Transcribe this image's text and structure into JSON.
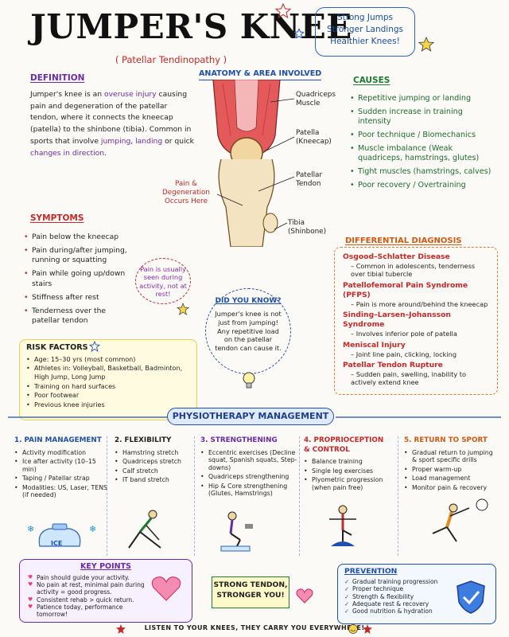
{
  "header": {
    "title": "JUMPER'S KNEE",
    "subtitle": "( Patellar Tendinopathy )",
    "tagline": [
      "Strong Jumps",
      "Stronger Landings",
      "Healthier Knees!"
    ]
  },
  "definition": {
    "heading": "DEFINITION",
    "parts": [
      "Jumper's knee is an ",
      "overuse injury",
      " causing pain and degeneration of the patellar tendon, where it connects the kneecap (patella) to the shinbone (tibia). Common in sports that involve ",
      "jumping",
      ", ",
      "landing",
      " or quick ",
      "changes in direction",
      "."
    ]
  },
  "anatomy": {
    "heading": "ANATOMY & AREA INVOLVED",
    "labels": {
      "quadriceps": "Quadriceps Muscle",
      "patella_1": "Patella",
      "patella_2": "(Kneecap)",
      "tendon": "Patellar Tendon",
      "tibia_1": "Tibia",
      "tibia_2": "(Shinbone)",
      "pain_1": "Pain &",
      "pain_2": "Degeneration",
      "pain_3": "Occurs Here"
    }
  },
  "causes": {
    "heading": "CAUSES",
    "items": [
      "Repetitive jumping or landing",
      "Sudden increase in training intensity",
      "Poor technique / Biomechanics",
      "Muscle imbalance (Weak quadriceps, hamstrings, glutes)",
      "Tight muscles (hamstrings, calves)",
      "Poor recovery / Overtraining"
    ]
  },
  "symptoms": {
    "heading": "SYMPTOMS",
    "items": [
      "Pain below the kneecap",
      "Pain during/after jumping, running or squatting",
      "Pain while going up/down stairs",
      "Stiffness after rest",
      "Tenderness over the patellar tendon"
    ],
    "callout": "Pain is usually seen during activity, not at rest!"
  },
  "did_you_know": {
    "heading": "DID YOU KNOW?",
    "text": "Jumper's knee is not just from jumping! Any repetitive load on the patellar tendon can cause it."
  },
  "differential": {
    "heading": "DIFFERENTIAL DIAGNOSIS",
    "items": [
      {
        "name": "Osgood–Schlatter Disease",
        "desc": "Common in adolescents, tenderness over tibial tubercle"
      },
      {
        "name": "Patellofemoral Pain Syndrome (PFPS)",
        "desc": "Pain is more around/behind the kneecap"
      },
      {
        "name": "Sinding–Larsen–Johansson Syndrome",
        "desc": "Involves inferior pole of patella"
      },
      {
        "name": "Meniscal Injury",
        "desc": "Joint line pain, clicking, locking"
      },
      {
        "name": "Patellar Tendon Rupture",
        "desc": "Sudden pain, swelling, inability to actively extend knee"
      }
    ]
  },
  "risk_factors": {
    "heading": "RISK FACTORS",
    "items": [
      "Age: 15–30 yrs (most common)",
      "Athletes in: Volleyball, Basketball, Badminton, High Jump, Long Jump",
      "Training on hard surfaces",
      "Poor footwear",
      "Previous knee injuries"
    ]
  },
  "physio": {
    "heading": "PHYSIOTHERAPY MANAGEMENT",
    "columns": [
      {
        "title": "1. PAIN MANAGEMENT",
        "items": [
          "Activity modification",
          "Ice after activity (10–15 min)",
          "Taping / Patellar strap",
          "Modalities: US, Laser, TENS (if needed)"
        ]
      },
      {
        "title": "2. FLEXIBILITY",
        "items": [
          "Hamstring stretch",
          "Quadriceps stretch",
          "Calf stretch",
          "IT band stretch"
        ]
      },
      {
        "title": "3. STRENGTHENING",
        "items": [
          "Eccentric exercises (Decline squat, Spanish squats, Step-downs)",
          "Quadriceps strengthening",
          "Hip & Core strengthening (Glutes, Hamstrings)"
        ]
      },
      {
        "title": "4. PROPRIOCEPTION & CONTROL",
        "items": [
          "Balance training",
          "Single leg exercises",
          "Plyometric progression (when pain free)"
        ]
      },
      {
        "title": "5. RETURN TO SPORT",
        "items": [
          "Gradual return to jumping & sport specific drills",
          "Proper warm-up",
          "Load management",
          "Monitor pain & recovery"
        ]
      }
    ],
    "ice_label": "ICE"
  },
  "key_points": {
    "heading": "KEY POINTS",
    "items": [
      "Pain should guide your activity.",
      "No pain at rest, minimal pain during activity = good progress.",
      "Consistent rehab > quick return.",
      "Patience today, performance tomorrow!"
    ]
  },
  "slogan": [
    "STRONG TENDON,",
    "STRONGER YOU!"
  ],
  "prevention": {
    "heading": "PREVENTION",
    "items": [
      "Gradual training progression",
      "Proper technique",
      "Strength & flexibility",
      "Adequate rest & recovery",
      "Good nutrition & hydration"
    ]
  },
  "footer": "LISTEN TO YOUR KNEES, THEY CARRY YOU EVERYWHERE!",
  "colors": {
    "purple": "#6a2aa8",
    "green": "#1f7a33",
    "red": "#c62828",
    "orange": "#d15a12",
    "blue": "#1f4fa8"
  }
}
